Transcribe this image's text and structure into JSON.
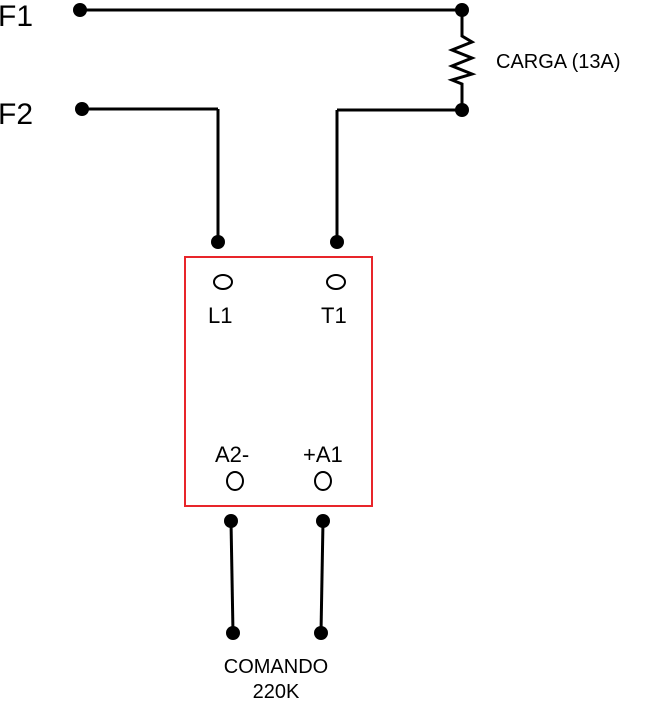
{
  "inputs": {
    "phase1": "F1",
    "phase2": "F2"
  },
  "load": {
    "label": "CARGA (13A)"
  },
  "relay": {
    "border_color": "#e8252a",
    "terminals": {
      "line": "L1",
      "load": "T1",
      "control_neg": "A2-",
      "control_pos": "+A1"
    }
  },
  "control": {
    "line1": "COMANDO",
    "line2": "220K"
  }
}
